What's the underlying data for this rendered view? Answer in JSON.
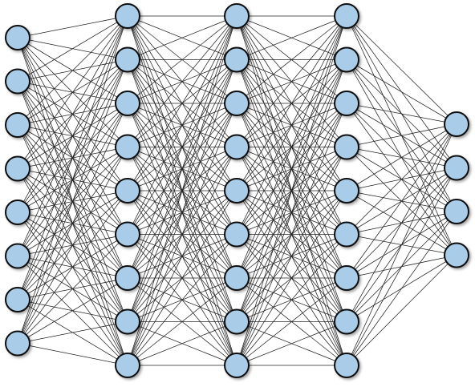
{
  "diagram": {
    "type": "fully-connected-neural-network",
    "layers": [
      {
        "neurons": 8
      },
      {
        "neurons": 9
      },
      {
        "neurons": 9
      },
      {
        "neurons": 9
      },
      {
        "neurons": 4
      }
    ],
    "connectivity": "full",
    "colors": {
      "node_fill": "#a9cde9",
      "node_stroke": "#111111",
      "edge": "#222222",
      "background": "#ffffff"
    }
  }
}
